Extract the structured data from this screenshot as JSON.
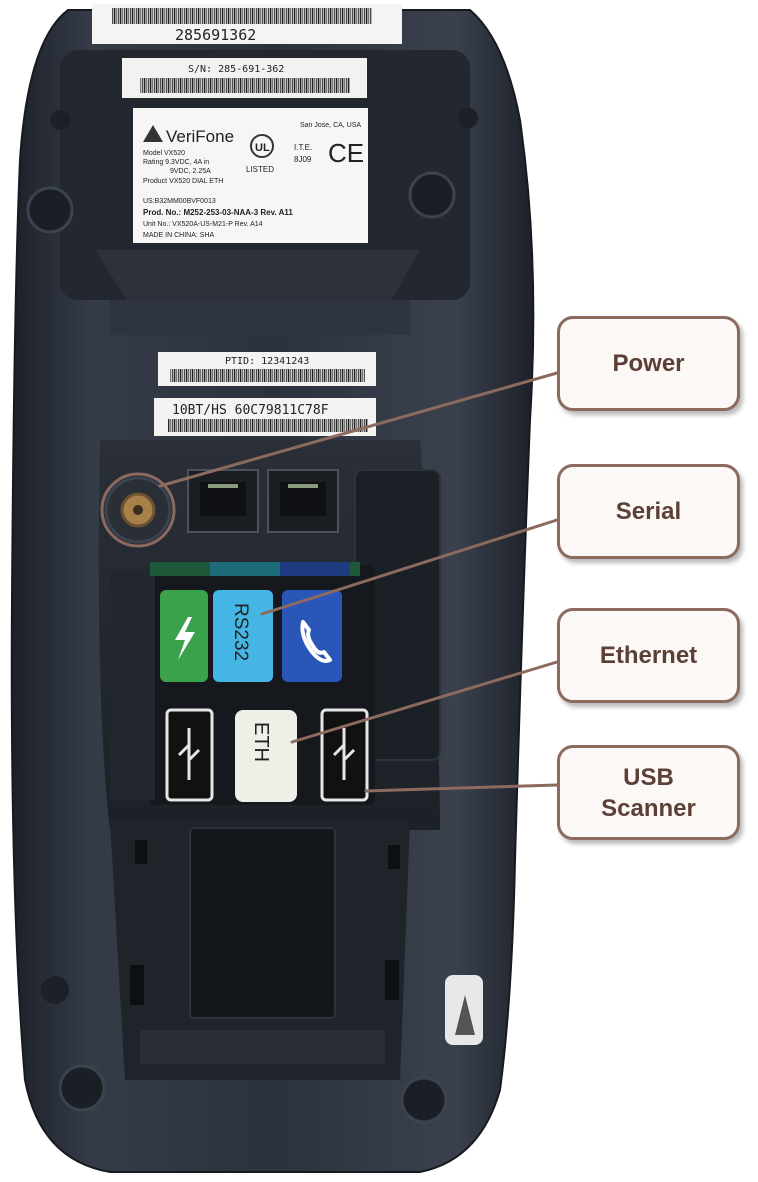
{
  "callouts": {
    "power": "Power",
    "serial": "Serial",
    "ethernet": "Ethernet",
    "usb_scanner_line1": "USB",
    "usb_scanner_line2": "Scanner"
  },
  "labels": {
    "top_serial": "285691362",
    "sn": "S/N: 285-691-362",
    "brand": "VeriFone",
    "location": "San Jose, CA, USA",
    "model": "Model VX520",
    "rating": "Rating 9.3VDC, 4A in",
    "rating2": "9VDC, 2.25A",
    "product": "Product VX520 DIAL ETH",
    "listed": "LISTED",
    "ite": "I.T.E.",
    "code": "8J09",
    "us_id": "US:B32MM00BVF0013",
    "prod_no": "Prod. No.: M252-253-03-NAA-3   Rev. A11",
    "unit_no": "Unit No.: VX520A-US-M21-P Rev. A14",
    "made_in": "MADE IN CHINA: SHA",
    "ptid": "PTID: 12341243",
    "mac": "10BT/HS   60C79811C78F",
    "rs232": "RS232",
    "eth": "ETH"
  },
  "colors": {
    "callout_border": "#8c6a5e",
    "callout_text": "#5c4037",
    "device_body": "#2f3540",
    "power_port": "#3aa24a",
    "rs232_port": "#45b6e4",
    "phone_port": "#2a56b8"
  },
  "icons": {
    "power_port": "lightning-icon",
    "phone_port": "phone-handset-icon",
    "usb_port": "usb-icon"
  }
}
